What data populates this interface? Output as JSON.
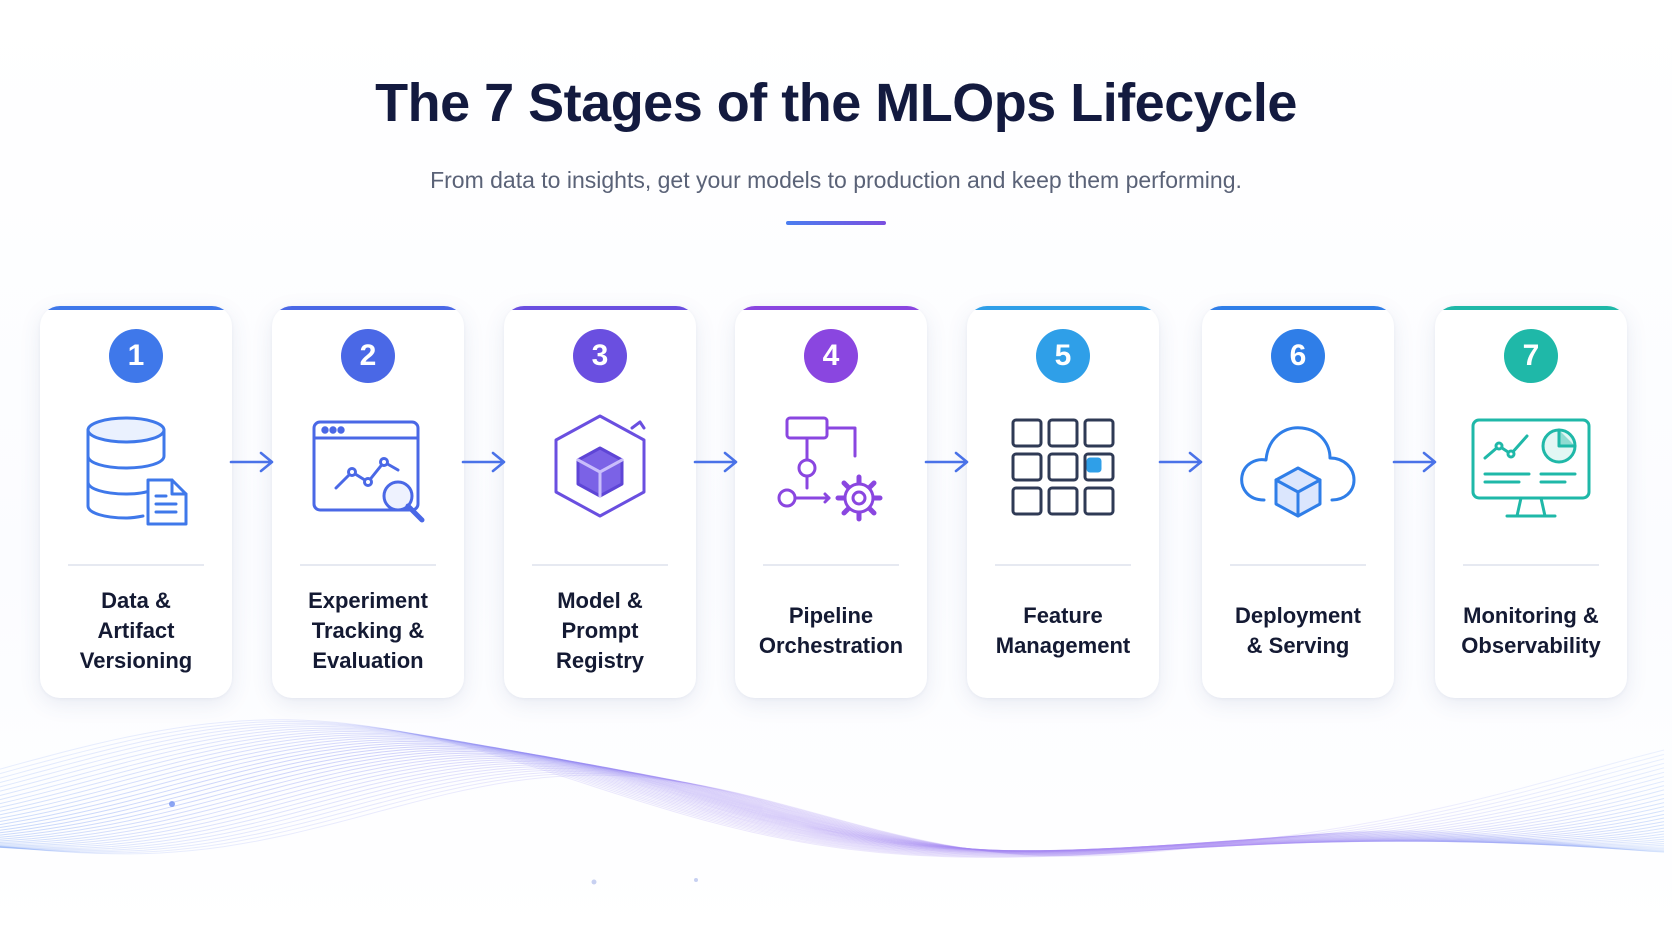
{
  "header": {
    "title": "The 7 Stages of the MLOps Lifecycle",
    "subtitle": "From data to insights, get your models to production and keep them performing."
  },
  "colors": {
    "title": "#131a3f",
    "divider_start": "#4a7ef0",
    "divider_end": "#7b4fe0",
    "arrow": "#4a72e8"
  },
  "stages": [
    {
      "number": "1",
      "label": "Data &\nArtifact\nVersioning",
      "icon": "database-document-icon",
      "color": "#3f78ea"
    },
    {
      "number": "2",
      "label": "Experiment\nTracking &\nEvaluation",
      "icon": "chart-magnifier-icon",
      "color": "#4a68e6"
    },
    {
      "number": "3",
      "label": "Model &\nPrompt\nRegistry",
      "icon": "cube-box-icon",
      "color": "#6a4fe0"
    },
    {
      "number": "4",
      "label": "Pipeline\nOrchestration",
      "icon": "flowchart-gear-icon",
      "color": "#8a46e0"
    },
    {
      "number": "5",
      "label": "Feature\nManagement",
      "icon": "feature-grid-icon",
      "color": "#2f9fe8"
    },
    {
      "number": "6",
      "label": "Deployment\n& Serving",
      "icon": "cloud-cube-icon",
      "color": "#2f7ee8"
    },
    {
      "number": "7",
      "label": "Monitoring &\nObservability",
      "icon": "monitor-dashboard-icon",
      "color": "#1fb8a8"
    }
  ]
}
